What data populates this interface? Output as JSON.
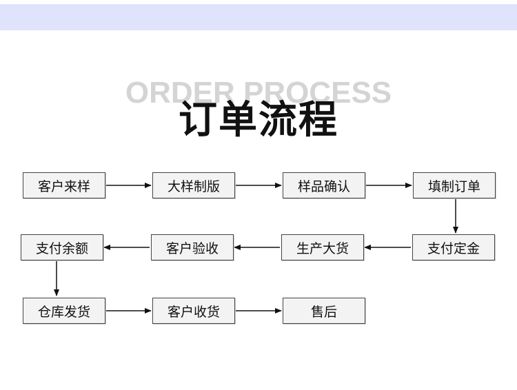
{
  "header": {
    "title_en": "ORDER PROCESS",
    "title_cn": "订单流程"
  },
  "steps": [
    {
      "label": "客户来样"
    },
    {
      "label": "大样制版"
    },
    {
      "label": "样品确认"
    },
    {
      "label": "填制订单"
    },
    {
      "label": "支付定金"
    },
    {
      "label": "生产大货"
    },
    {
      "label": "客户验收"
    },
    {
      "label": "支付余额"
    },
    {
      "label": "仓库发货"
    },
    {
      "label": "客户收货"
    },
    {
      "label": "售后"
    }
  ]
}
